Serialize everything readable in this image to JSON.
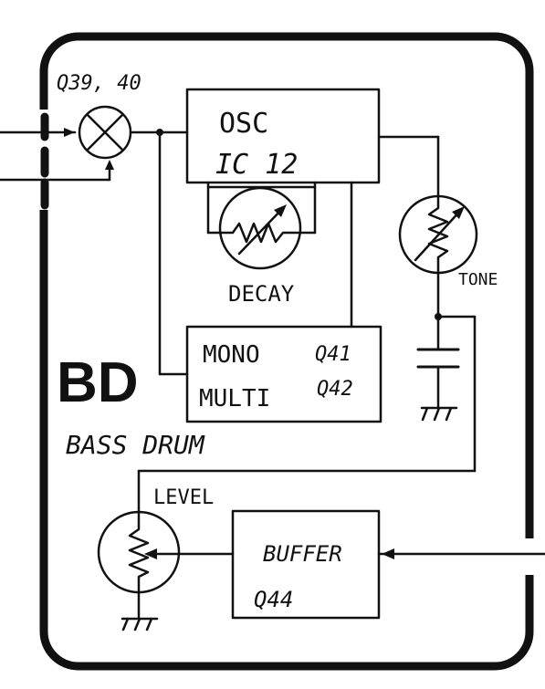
{
  "title": "BD",
  "subtitle": "BASS DRUM",
  "blocks": {
    "osc": {
      "line1": "OSC",
      "line2": "IC 12"
    },
    "mono": {
      "line1": "MONO",
      "line2": "MULTI",
      "ref1": "Q41",
      "ref2": "Q42"
    },
    "buffer": {
      "line1": "BUFFER",
      "line2": "Q44"
    }
  },
  "mixer_label": "Q39, 40",
  "pots": {
    "decay": "DECAY",
    "tone": "TONE",
    "level": "LEVEL"
  }
}
